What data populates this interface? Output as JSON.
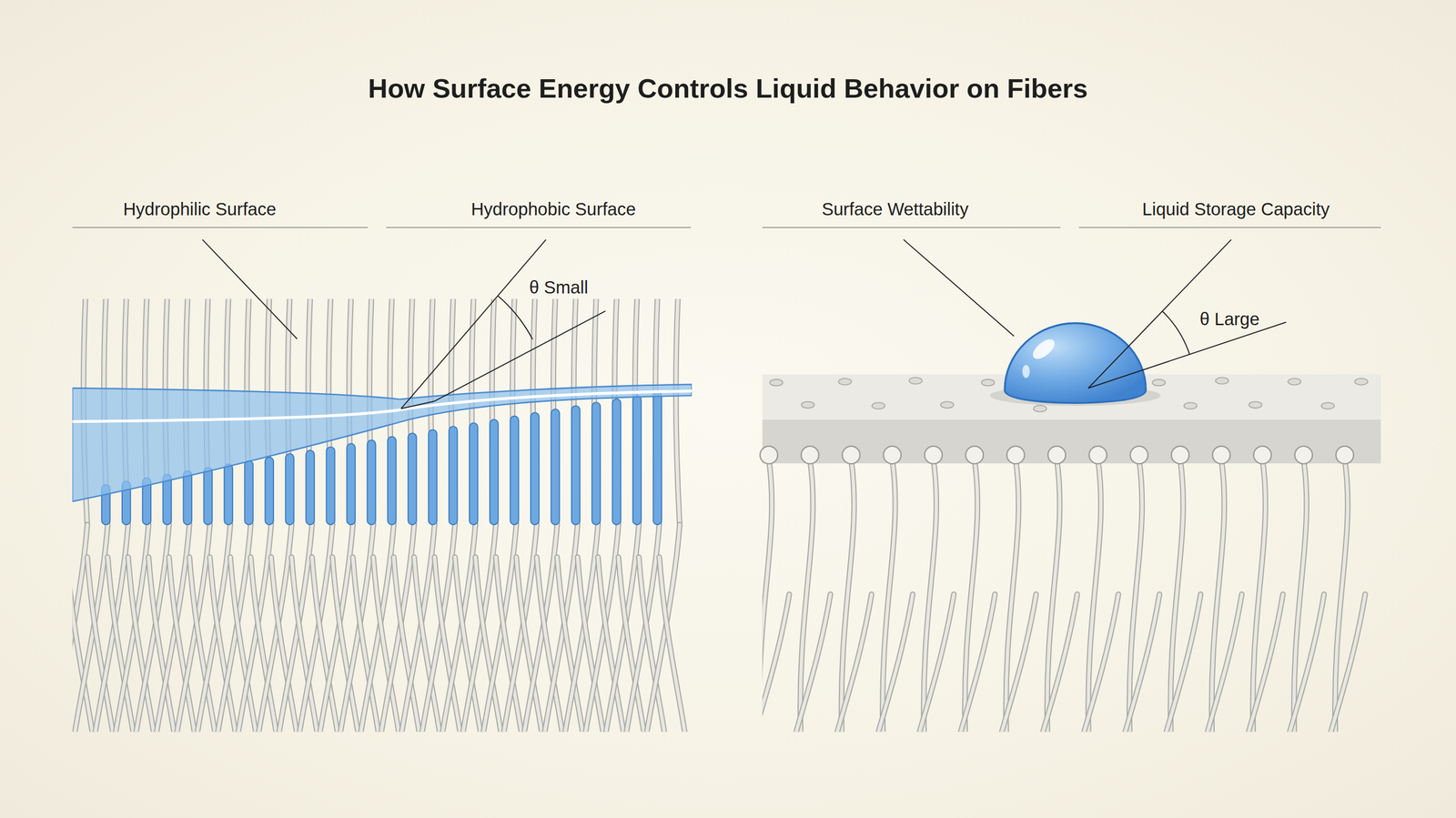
{
  "diagram": {
    "title": "How Surface Energy Controls Liquid Behavior on Fibers",
    "labels": [
      "Hydrophilic Surface",
      "Hydrophobic Surface",
      "Surface Wettability",
      "Liquid Storage Capacity",
      "θ Small",
      "θ Large"
    ]
  }
}
